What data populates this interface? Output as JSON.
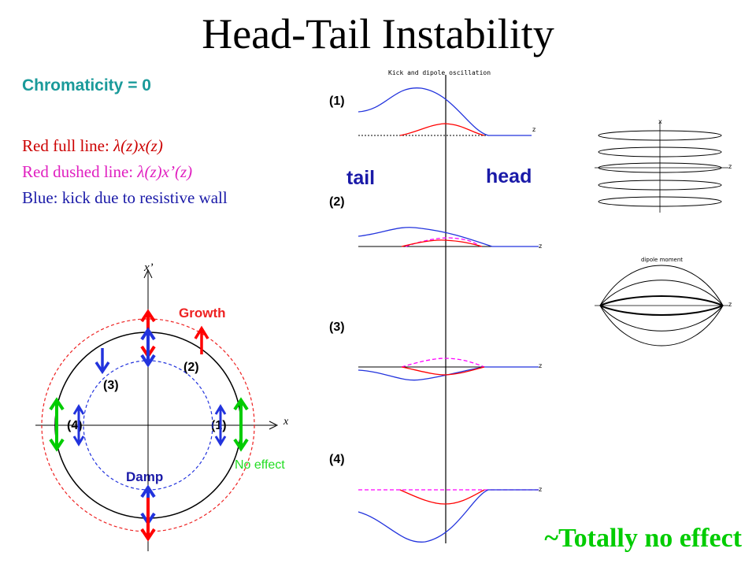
{
  "title": "Head-Tail Instability",
  "chromaticity": "Chromaticity = 0",
  "legend": {
    "red_full_prefix": "Red full line: ",
    "red_full_expr": "λ(z)x(z)",
    "red_dashed_prefix": "Red dushed line: ",
    "red_dashed_expr": "λ(z)x’(z)",
    "blue": "Blue: kick due to resistive wall"
  },
  "right_panel": {
    "chart_title": "Kick and dipole oscillation",
    "axis_label": "z",
    "tail": "tail",
    "head": "head",
    "steps": [
      "(1)",
      "(2)",
      "(3)",
      "(4)"
    ]
  },
  "phase_space": {
    "x_axis": "x",
    "y_axis": "x’",
    "growth": "Growth",
    "damp": "Damp",
    "no_effect": "No effect",
    "points": [
      "(1)",
      "(2)",
      "(3)",
      "(4)"
    ]
  },
  "thumbnails": {
    "top_axis_x": "x",
    "top_axis_z": "z",
    "dipole_title": "dipole moment",
    "dipole_axis": "z"
  },
  "footer": "~Totally no effect",
  "colors": {
    "red": "#ff0000",
    "pink": "#ff00ff",
    "blue": "#2233dd",
    "green": "#00cc00",
    "teal": "#1a9a9a",
    "navy": "#1a1aa8"
  }
}
